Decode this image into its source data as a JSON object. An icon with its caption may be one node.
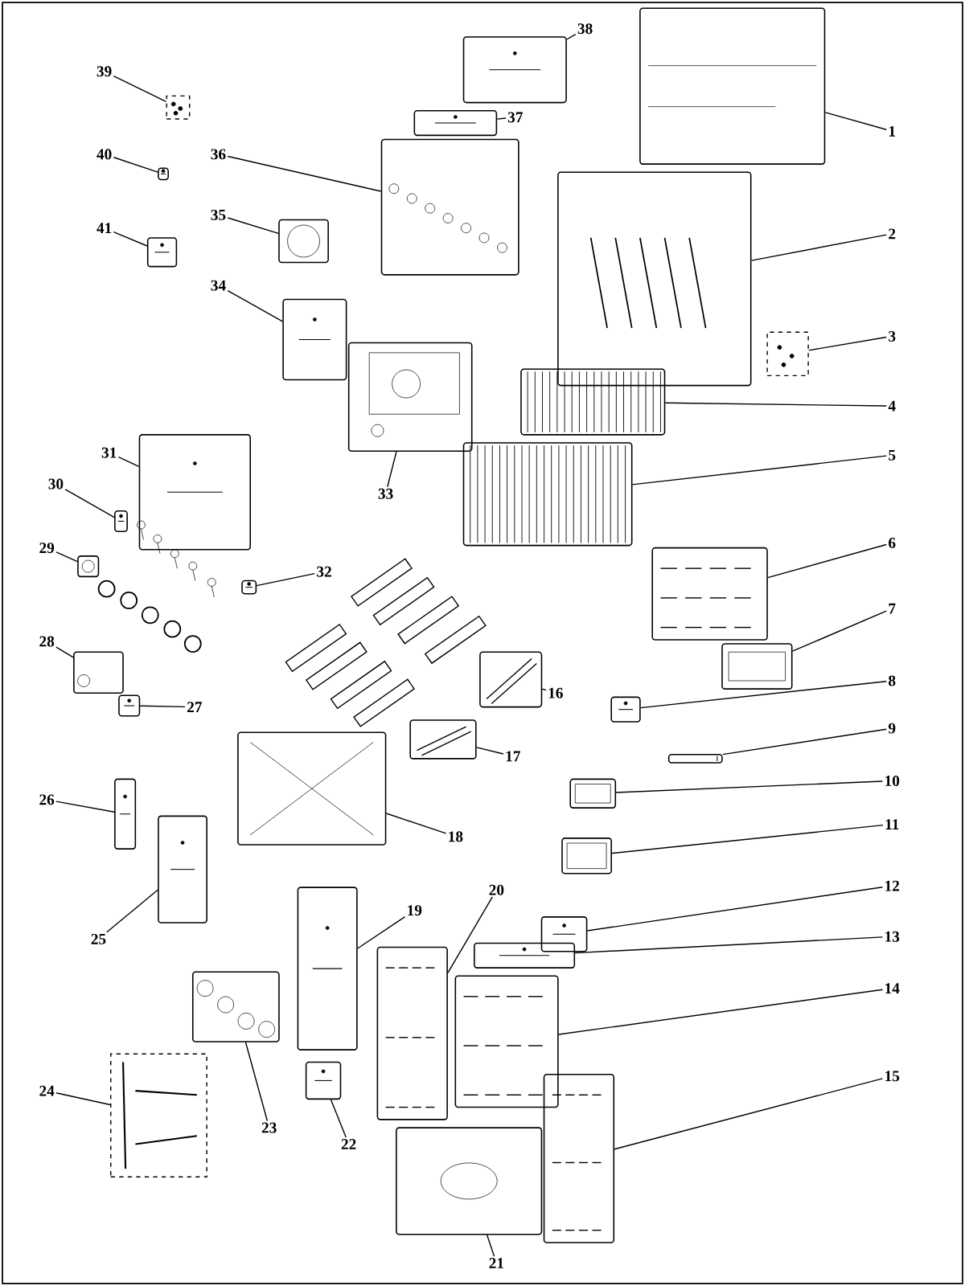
{
  "diagram": {
    "nodes": [
      {
        "text": [
          "1"
        ]
      },
      {
        "text": [
          "2"
        ]
      },
      {
        "text": [
          "3"
        ]
      },
      {
        "text": [
          "4"
        ]
      },
      {
        "text": [
          "5"
        ]
      },
      {
        "text": [
          "6"
        ]
      },
      {
        "text": [
          "7"
        ]
      },
      {
        "text": [
          "8"
        ]
      },
      {
        "text": [
          "9"
        ]
      },
      {
        "text": [
          "10"
        ]
      },
      {
        "text": [
          "11"
        ]
      },
      {
        "text": [
          "12"
        ]
      },
      {
        "text": [
          "13"
        ]
      },
      {
        "text": [
          "14"
        ]
      },
      {
        "text": [
          "15"
        ]
      },
      {
        "text": [
          "16"
        ]
      },
      {
        "text": [
          "17"
        ]
      },
      {
        "text": [
          "18"
        ]
      },
      {
        "text": [
          "19"
        ]
      },
      {
        "text": [
          "20"
        ]
      },
      {
        "text": [
          "21"
        ]
      },
      {
        "text": [
          "22"
        ]
      },
      {
        "text": [
          "23"
        ]
      },
      {
        "text": [
          "24"
        ]
      },
      {
        "text": [
          "25"
        ]
      },
      {
        "text": [
          "26"
        ]
      },
      {
        "text": [
          "27"
        ]
      },
      {
        "text": [
          "28"
        ]
      },
      {
        "text": [
          "29"
        ]
      },
      {
        "text": [
          "30"
        ]
      },
      {
        "text": [
          "31"
        ]
      },
      {
        "text": [
          "32"
        ]
      },
      {
        "text": [
          "33"
        ]
      },
      {
        "text": [
          "34"
        ]
      },
      {
        "text": [
          "35"
        ]
      },
      {
        "text": [
          "36"
        ]
      },
      {
        "text": [
          "37"
        ]
      },
      {
        "text": [
          "38"
        ]
      },
      {
        "text": [
          "39"
        ]
      },
      {
        "text": [
          "40"
        ]
      },
      {
        "text": [
          "41"
        ]
      },
      {
        "text": [],
        "shape": "picture"
      },
      {
        "text": [],
        "shape": "picture"
      },
      {
        "text": [],
        "shape": "box"
      },
      {
        "text": [],
        "shape": "picture"
      },
      {
        "text": [],
        "shape": "picture"
      },
      {
        "text": [],
        "shape": "picture"
      },
      {
        "text": [],
        "shape": "picture"
      },
      {
        "text": [],
        "shape": "picture"
      },
      {
        "text": [],
        "shape": "picture"
      },
      {
        "text": [],
        "shape": "picture"
      },
      {
        "text": [],
        "shape": "picture"
      },
      {
        "text": [],
        "shape": "picture"
      },
      {
        "text": [],
        "shape": "picture"
      },
      {
        "text": [],
        "shape": "picture"
      },
      {
        "text": [],
        "shape": "picture"
      },
      {
        "text": [],
        "shape": "picture"
      },
      {
        "text": [],
        "shape": "picture"
      },
      {
        "text": [],
        "shape": "picture"
      },
      {
        "text": [],
        "shape": "picture"
      },
      {
        "text": [],
        "shape": "picture"
      },
      {
        "text": [],
        "shape": "picture"
      },
      {
        "text": [],
        "shape": "picture"
      },
      {
        "text": [],
        "shape": "picture"
      },
      {
        "text": [],
        "shape": "box"
      },
      {
        "text": [],
        "shape": "picture"
      },
      {
        "text": [],
        "shape": "picture"
      },
      {
        "text": [],
        "shape": "picture"
      },
      {
        "text": [],
        "shape": "picture"
      },
      {
        "text": [],
        "shape": "picture"
      },
      {
        "text": [],
        "shape": "picture"
      },
      {
        "text": [],
        "shape": "picture"
      },
      {
        "text": [],
        "shape": "picture"
      },
      {
        "text": [],
        "shape": "picture"
      },
      {
        "text": [],
        "shape": "picture"
      },
      {
        "text": [],
        "shape": "picture"
      },
      {
        "text": [],
        "shape": "picture"
      },
      {
        "text": [],
        "shape": "picture"
      },
      {
        "text": [],
        "shape": "picture"
      },
      {
        "text": [],
        "shape": "box"
      },
      {
        "text": [],
        "shape": "picture"
      },
      {
        "text": [],
        "shape": "picture"
      }
    ],
    "edges": [
      {
        "from": 0,
        "to": 41,
        "arrow": "none"
      },
      {
        "from": 1,
        "to": 42,
        "arrow": "none"
      },
      {
        "from": 2,
        "to": 43,
        "arrow": "none"
      },
      {
        "from": 3,
        "to": 44,
        "arrow": "none"
      },
      {
        "from": 4,
        "to": 45,
        "arrow": "none"
      },
      {
        "from": 5,
        "to": 46,
        "arrow": "none"
      },
      {
        "from": 6,
        "to": 47,
        "arrow": "none"
      },
      {
        "from": 7,
        "to": 48,
        "arrow": "none"
      },
      {
        "from": 8,
        "to": 49,
        "arrow": "none"
      },
      {
        "from": 9,
        "to": 50,
        "arrow": "none"
      },
      {
        "from": 10,
        "to": 51,
        "arrow": "none"
      },
      {
        "from": 11,
        "to": 52,
        "arrow": "none"
      },
      {
        "from": 12,
        "to": 53,
        "arrow": "none"
      },
      {
        "from": 13,
        "to": 54,
        "arrow": "none"
      },
      {
        "from": 14,
        "to": 55,
        "arrow": "none"
      },
      {
        "from": 15,
        "to": 56,
        "arrow": "none"
      },
      {
        "from": 16,
        "to": 57,
        "arrow": "none"
      },
      {
        "from": 17,
        "to": 58,
        "arrow": "none"
      },
      {
        "from": 18,
        "to": 59,
        "arrow": "none"
      },
      {
        "from": 19,
        "to": 60,
        "arrow": "none"
      },
      {
        "from": 20,
        "to": 61,
        "arrow": "none"
      },
      {
        "from": 21,
        "to": 62,
        "arrow": "none"
      },
      {
        "from": 22,
        "to": 63,
        "arrow": "none"
      },
      {
        "from": 23,
        "to": 64,
        "arrow": "none"
      },
      {
        "from": 24,
        "to": 65,
        "arrow": "none"
      },
      {
        "from": 25,
        "to": 66,
        "arrow": "none"
      },
      {
        "from": 26,
        "to": 67,
        "arrow": "none"
      },
      {
        "from": 27,
        "to": 68,
        "arrow": "none"
      },
      {
        "from": 28,
        "to": 69,
        "arrow": "none"
      },
      {
        "from": 29,
        "to": 70,
        "arrow": "none"
      },
      {
        "from": 30,
        "to": 71,
        "arrow": "none"
      },
      {
        "from": 31,
        "to": 72,
        "arrow": "none"
      },
      {
        "from": 32,
        "to": 73,
        "arrow": "none"
      },
      {
        "from": 33,
        "to": 74,
        "arrow": "none"
      },
      {
        "from": 34,
        "to": 75,
        "arrow": "none"
      },
      {
        "from": 35,
        "to": 76,
        "arrow": "none"
      },
      {
        "from": 36,
        "to": 77,
        "arrow": "none"
      },
      {
        "from": 37,
        "to": 78,
        "arrow": "none"
      },
      {
        "from": 38,
        "to": 79,
        "arrow": "none"
      },
      {
        "from": 39,
        "to": 80,
        "arrow": "none"
      },
      {
        "from": 40,
        "to": 81,
        "arrow": "none"
      }
    ]
  }
}
